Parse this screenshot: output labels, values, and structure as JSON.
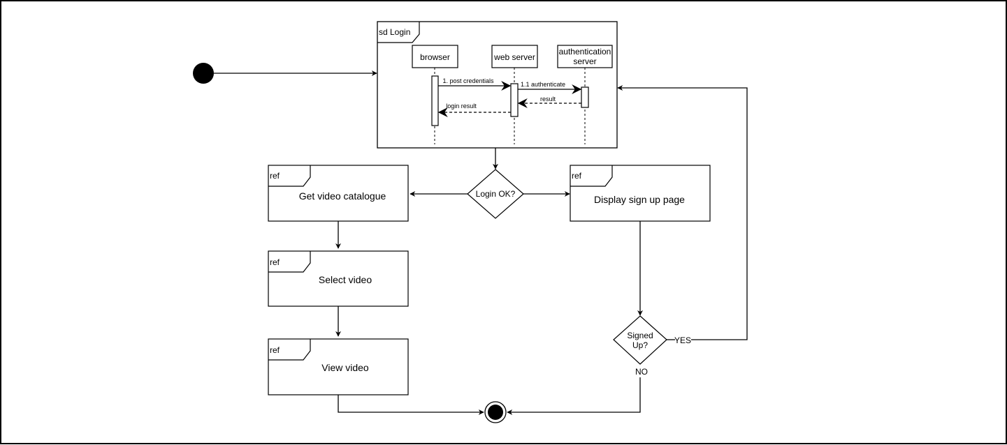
{
  "diagram": {
    "type": "UML interaction overview diagram",
    "sequence_frame": {
      "label": "sd Login",
      "lifelines": [
        {
          "id": "browser",
          "label": [
            "browser"
          ]
        },
        {
          "id": "web-server",
          "label": [
            "web server"
          ]
        },
        {
          "id": "auth-server",
          "label": [
            "authentication",
            "server"
          ]
        }
      ],
      "messages": [
        {
          "label": "1. post credentials",
          "from": "browser",
          "to": "web-server",
          "kind": "sync"
        },
        {
          "label": "1.1 authenticate",
          "from": "web-server",
          "to": "auth-server",
          "kind": "sync"
        },
        {
          "label": "result",
          "from": "auth-server",
          "to": "web-server",
          "kind": "reply"
        },
        {
          "label": "login result",
          "from": "web-server",
          "to": "browser",
          "kind": "reply"
        }
      ]
    },
    "decisions": {
      "login_ok": "Login OK?",
      "signed_up": [
        "Signed",
        "Up?"
      ]
    },
    "refs": [
      {
        "id": "get-catalogue",
        "tag": "ref",
        "label": "Get video catalogue"
      },
      {
        "id": "select-video",
        "tag": "ref",
        "label": "Select video"
      },
      {
        "id": "view-video",
        "tag": "ref",
        "label": "View video"
      },
      {
        "id": "display-signup",
        "tag": "ref",
        "label": "Display sign up page"
      }
    ],
    "edge_labels": {
      "yes": "YES",
      "no": "NO"
    },
    "nodes": {
      "initial": "initial-node",
      "final": "final-node"
    }
  }
}
